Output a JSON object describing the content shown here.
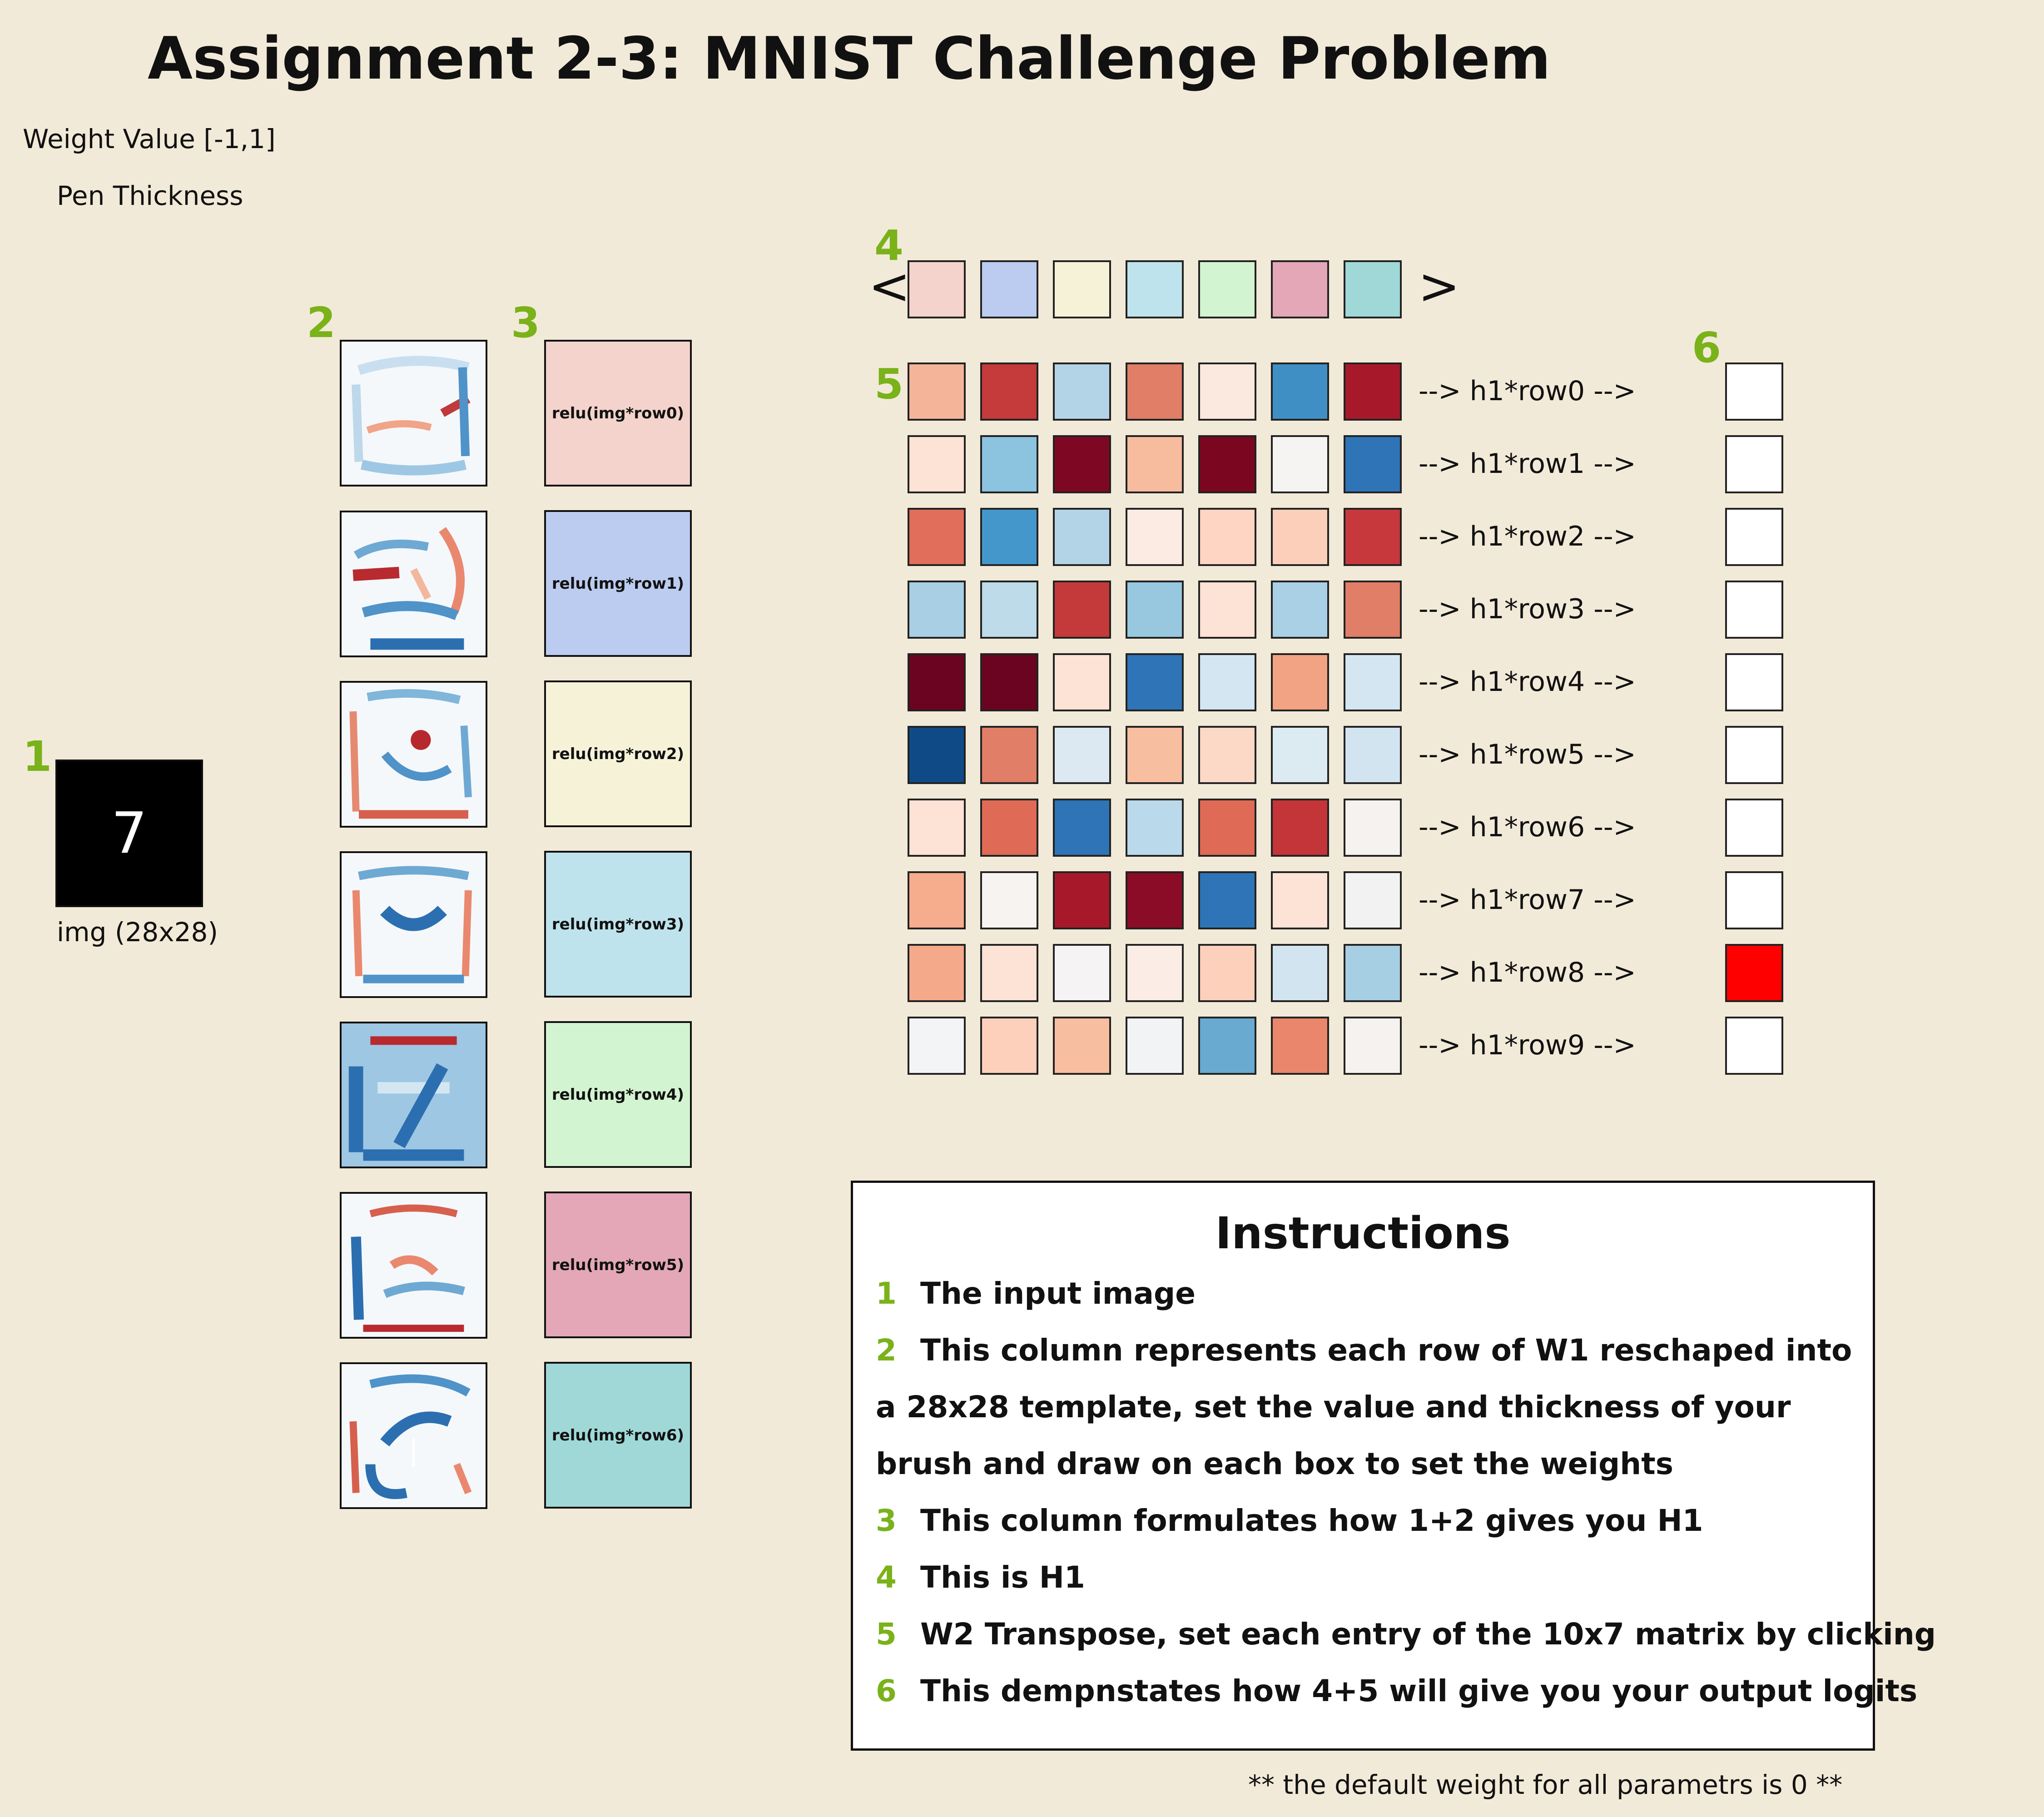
{
  "title": "Assignment 2-3: MNIST Challenge Problem",
  "controls": {
    "weight_value_label": "Weight Value [-1,1]",
    "pen_thickness_label": "Pen Thickness"
  },
  "section_numbers": [
    "1",
    "2",
    "3",
    "4",
    "5",
    "6"
  ],
  "input_image": {
    "digit": "7",
    "caption": "img (28x28)",
    "background": "#000000"
  },
  "templates": {
    "count": 7,
    "colormap": "RdBu"
  },
  "relu_boxes": [
    {
      "label": "relu(img*row0)",
      "color": "#f3d3cb"
    },
    {
      "label": "relu(img*row1)",
      "color": "#bcccf0"
    },
    {
      "label": "relu(img*row2)",
      "color": "#f6f2d8"
    },
    {
      "label": "relu(img*row3)",
      "color": "#bfe3ec"
    },
    {
      "label": "relu(img*row4)",
      "color": "#d3f4d0"
    },
    {
      "label": "relu(img*row5)",
      "color": "#e3a7b7"
    },
    {
      "label": "relu(img*row6)",
      "color": "#a0d8d8"
    }
  ],
  "h1": {
    "prev_arrow": "<",
    "next_arrow": ">",
    "colors": [
      "#f3d3cb",
      "#bcccf0",
      "#f6f2d8",
      "#bfe3ec",
      "#d3f4d0",
      "#e3a7b7",
      "#a0d8d8"
    ]
  },
  "w2t": {
    "rows": [
      {
        "label": "--> h1*row0 -->",
        "colors": [
          "#f4b49a",
          "#c53a3a",
          "#b3d4e6",
          "#e07e67",
          "#fbe8df",
          "#3f8fc5",
          "#a7192a"
        ],
        "output": "#ffffff"
      },
      {
        "label": "--> h1*row1 -->",
        "colors": [
          "#fde2d6",
          "#8cc3df",
          "#7e0823",
          "#f7bb9e",
          "#7a0620",
          "#f6f4f3",
          "#2e74b6"
        ],
        "output": "#ffffff"
      },
      {
        "label": "--> h1*row2 -->",
        "colors": [
          "#e06e5a",
          "#4497cb",
          "#b3d4e6",
          "#fcebe3",
          "#fdd5c2",
          "#fccfba",
          "#c7383d"
        ],
        "output": "#ffffff"
      },
      {
        "label": "--> h1*row3 -->",
        "colors": [
          "#a8cfe4",
          "#bddbe9",
          "#c43a3a",
          "#97c8e0",
          "#fde2d6",
          "#a9d0e5",
          "#e07e67"
        ],
        "output": "#ffffff"
      },
      {
        "label": "--> h1*row4 -->",
        "colors": [
          "#6a0420",
          "#6a0420",
          "#fde2d6",
          "#2e74b6",
          "#d3e6f1",
          "#f2a383",
          "#d3e6f1"
        ],
        "output": "#ffffff"
      },
      {
        "label": "--> h1*row5 -->",
        "colors": [
          "#0f4a86",
          "#e07e67",
          "#dce9f2",
          "#f8bea0",
          "#fcd8c6",
          "#dceaf2",
          "#d3e4f1"
        ],
        "output": "#ffffff"
      },
      {
        "label": "--> h1*row6 -->",
        "colors": [
          "#fde2d6",
          "#df6b57",
          "#2e74b6",
          "#bad9ea",
          "#df6b57",
          "#c33538",
          "#f6f2ef"
        ],
        "output": "#ffffff"
      },
      {
        "label": "--> h1*row7 -->",
        "colors": [
          "#f6ad8d",
          "#f6f3f1",
          "#a7192a",
          "#8a0c26",
          "#2e74b6",
          "#fde2d6",
          "#f2f2f3"
        ],
        "output": "#ffffff"
      },
      {
        "label": "--> h1*row8 -->",
        "colors": [
          "#f4a98a",
          "#fde2d6",
          "#f5f3f3",
          "#fbece5",
          "#fdd0bc",
          "#d3e4f1",
          "#a7cfe3"
        ],
        "output": "#ff0000"
      },
      {
        "label": "--> h1*row9 -->",
        "colors": [
          "#f3f4f6",
          "#fdd0bc",
          "#f8bea0",
          "#f2f3f5",
          "#69aad1",
          "#e9866c",
          "#f6f2ef"
        ],
        "output": "#ffffff"
      }
    ]
  },
  "instructions": {
    "title": "Instructions",
    "lines": [
      {
        "num": "1",
        "text": "The input image"
      },
      {
        "num": "2",
        "text": "This column represents each row of W1 reschaped into"
      },
      {
        "num": "",
        "text": "a 28x28 template, set the value and thickness of your"
      },
      {
        "num": "",
        "text": "brush and draw on each box to set the weights"
      },
      {
        "num": "3",
        "text": "This column formulates how 1+2 gives you H1"
      },
      {
        "num": "4",
        "text": "This is H1"
      },
      {
        "num": "5",
        "text": "W2 Transpose, set each entry of the 10x7 matrix by clicking"
      },
      {
        "num": "6",
        "text": "This dempnstates how 4+5 will give you your output logits"
      }
    ]
  },
  "footnote": "** the default weight for all parametrs is 0 **"
}
